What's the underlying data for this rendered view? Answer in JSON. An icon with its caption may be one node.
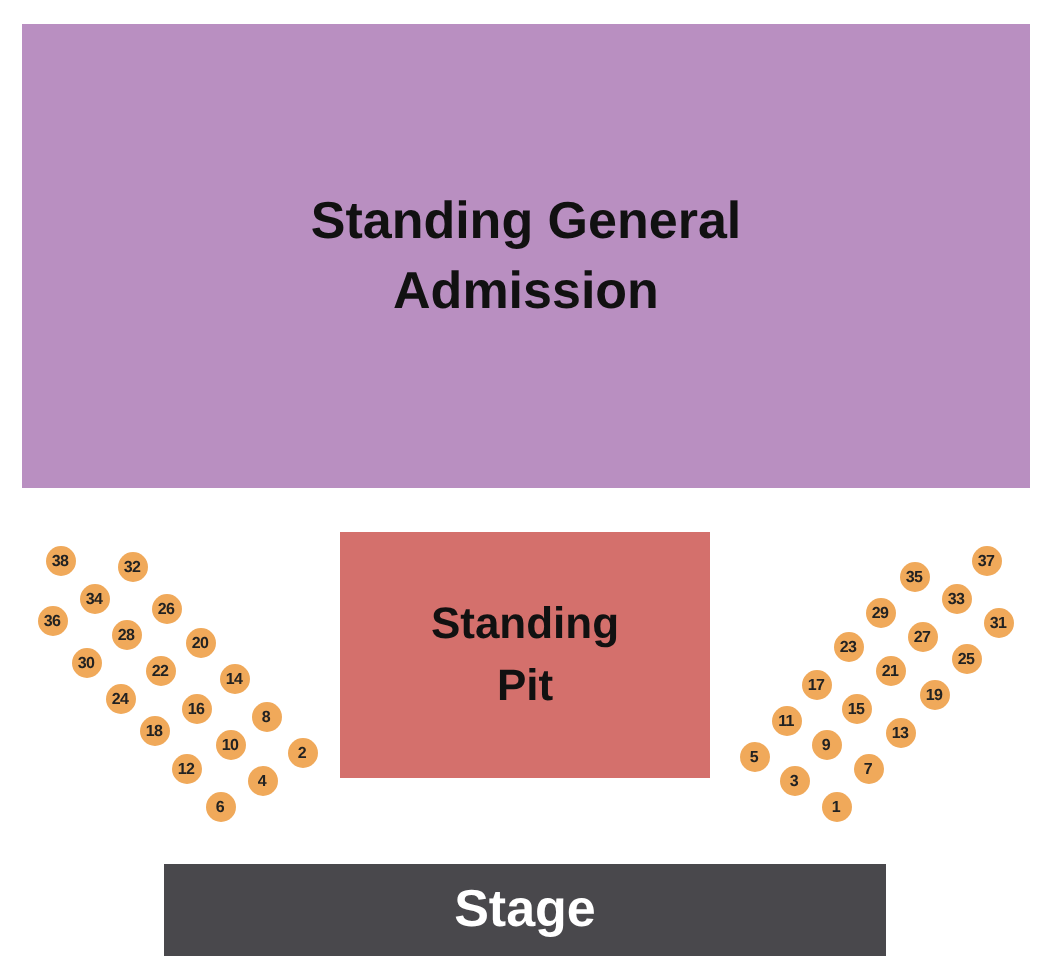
{
  "diagram": {
    "nodes": [
      {
        "text": [
          "Standing General Admission"
        ]
      },
      {
        "text": [
          "Standing Pit"
        ]
      },
      {
        "text": [
          "Stage"
        ]
      },
      {
        "text": [
          "38"
        ]
      },
      {
        "text": [
          "37"
        ]
      },
      {
        "text": [
          "32"
        ]
      },
      {
        "text": [
          "35"
        ]
      },
      {
        "text": [
          "34"
        ]
      },
      {
        "text": [
          "33"
        ]
      },
      {
        "text": [
          "26"
        ]
      },
      {
        "text": [
          "29"
        ]
      },
      {
        "text": [
          "36"
        ]
      },
      {
        "text": [
          "31"
        ]
      },
      {
        "text": [
          "28"
        ]
      },
      {
        "text": [
          "27"
        ]
      },
      {
        "text": [
          "20"
        ]
      },
      {
        "text": [
          "23"
        ]
      },
      {
        "text": [
          "25"
        ]
      },
      {
        "text": [
          "30"
        ]
      },
      {
        "text": [
          "22"
        ]
      },
      {
        "text": [
          "21"
        ]
      },
      {
        "text": [
          "14"
        ]
      },
      {
        "text": [
          "17"
        ]
      },
      {
        "text": [
          "19"
        ]
      },
      {
        "text": [
          "24"
        ]
      },
      {
        "text": [
          "16"
        ]
      },
      {
        "text": [
          "15"
        ]
      },
      {
        "text": [
          "8"
        ]
      },
      {
        "text": [
          "11"
        ]
      },
      {
        "text": [
          "18"
        ]
      },
      {
        "text": [
          "13"
        ]
      },
      {
        "text": [
          "10"
        ]
      },
      {
        "text": [
          "9"
        ]
      },
      {
        "text": [
          "2"
        ]
      },
      {
        "text": [
          "5"
        ]
      },
      {
        "text": [
          "12"
        ]
      },
      {
        "text": [
          "7"
        ]
      },
      {
        "text": [
          "4"
        ]
      },
      {
        "text": [
          "3"
        ]
      },
      {
        "text": [
          "6"
        ]
      },
      {
        "text": [
          "1"
        ]
      }
    ]
  }
}
